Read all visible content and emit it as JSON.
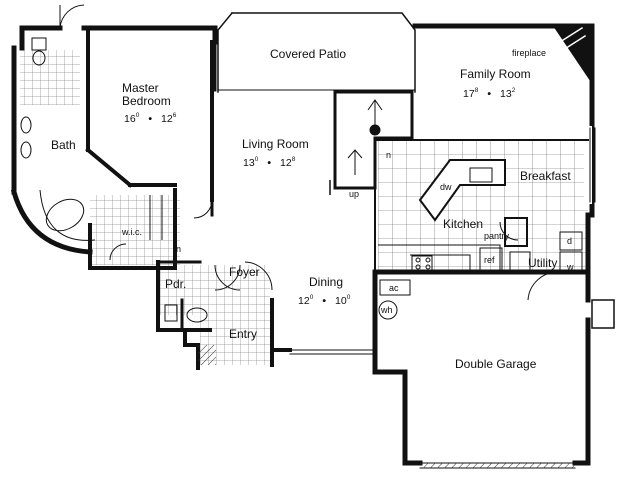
{
  "rooms": {
    "covered_patio": {
      "name": "Covered Patio"
    },
    "family_room": {
      "name": "Family Room",
      "dim_a": "17",
      "dim_a_sup": "8",
      "dim_b": "13",
      "dim_b_sup": "2"
    },
    "master_bedroom": {
      "name_line1": "Master",
      "name_line2": "Bedroom",
      "dim_a": "16",
      "dim_a_sup": "0",
      "dim_b": "12",
      "dim_b_sup": "6"
    },
    "living_room": {
      "name": "Living Room",
      "dim_a": "13",
      "dim_a_sup": "0",
      "dim_b": "12",
      "dim_b_sup": "8"
    },
    "bath": {
      "name": "Bath"
    },
    "breakfast": {
      "name": "Breakfast"
    },
    "kitchen": {
      "name": "Kitchen"
    },
    "foyer": {
      "name": "Foyer"
    },
    "dining": {
      "name": "Dining",
      "dim_a": "12",
      "dim_a_sup": "0",
      "dim_b": "10",
      "dim_b_sup": "0"
    },
    "powder": {
      "name": "Pdr."
    },
    "entry": {
      "name": "Entry"
    },
    "utility": {
      "name": "Utility"
    },
    "double_garage": {
      "name": "Double Garage"
    },
    "walk_in_closet": {
      "name": "w.i.c."
    }
  },
  "fixtures": {
    "fireplace": "fireplace",
    "dishwasher": "dw",
    "pantry": "pantry",
    "refrigerator": "ref",
    "air_conditioner": "ac",
    "water_heater": "wh",
    "dryer": "d",
    "washer": "w",
    "stairs_up": "up",
    "niche_1": "n",
    "niche_2": "n"
  },
  "dimension_separator": "•",
  "colors": {
    "wall": "#111111",
    "tile": "#555555",
    "background": "#ffffff"
  }
}
